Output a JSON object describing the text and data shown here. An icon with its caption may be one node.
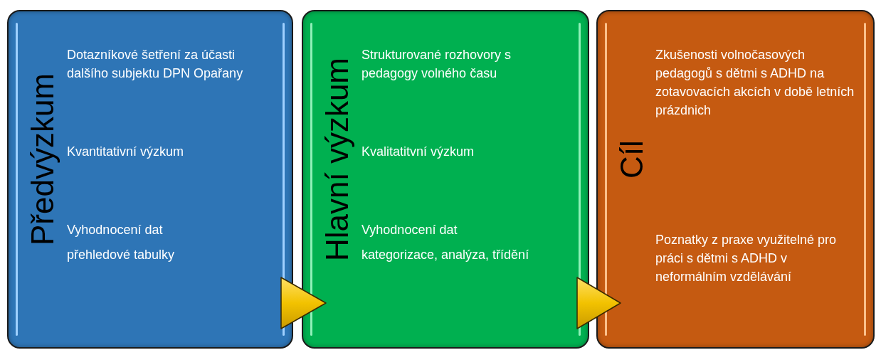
{
  "diagram": {
    "nodes": [
      {
        "text": [
          "Předvýzkum",
          "Dotazníkové šetření za účasti dalšího subjektu DPN Opařany",
          "Kvantitativní výzkum",
          "Vyhodnocení dat",
          "přehledové tabulky"
        ]
      },
      {
        "text": [
          "Hlavní výzkum",
          "Strukturované rozhovory s pedagogy volného času",
          "Kvalitatitvní výzkum",
          "Vyhodnocení dat",
          "kategorizace, analýza, třídění"
        ]
      },
      {
        "text": [
          "Cíl",
          "Zkušenosti volnočasových pedagogů s dětmi s ADHD na zotavovacích akcích v době letních prázdnich",
          "Poznatky z praxe využitelné pro práci s dětmi s ADHD v neformálním vzdělávání"
        ]
      }
    ],
    "edges": [
      {
        "from": 0,
        "to": 1,
        "arrow": "to"
      },
      {
        "from": 1,
        "to": 2,
        "arrow": "to"
      }
    ]
  }
}
